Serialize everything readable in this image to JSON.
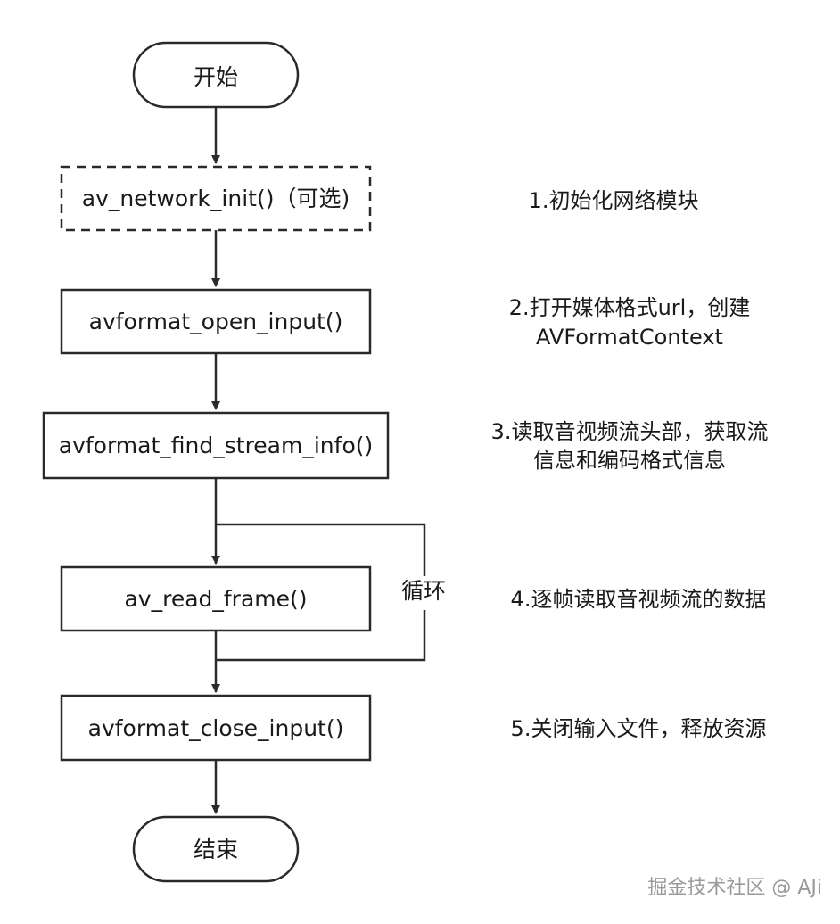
{
  "flowchart": {
    "nodes": {
      "start": "开始",
      "network_init": "av_network_init()（可选)",
      "open_input": "avformat_open_input()",
      "find_stream_info": "avformat_find_stream_info()",
      "read_frame": "av_read_frame()",
      "close_input": "avformat_close_input()",
      "end": "结束"
    },
    "loop_label": "循环"
  },
  "notes": {
    "step1": "1.初始化网络模块",
    "step2_line1": "2.打开媒体格式url，创建",
    "step2_line2": "AVFormatContext",
    "step3_line1": "3.读取音视频流头部，获取流",
    "step3_line2": "信息和编码格式信息",
    "step4": "4.逐帧读取音视频流的数据",
    "step5": "5.关闭输入文件，释放资源"
  },
  "watermark": "掘金技术社区 @ AJi"
}
